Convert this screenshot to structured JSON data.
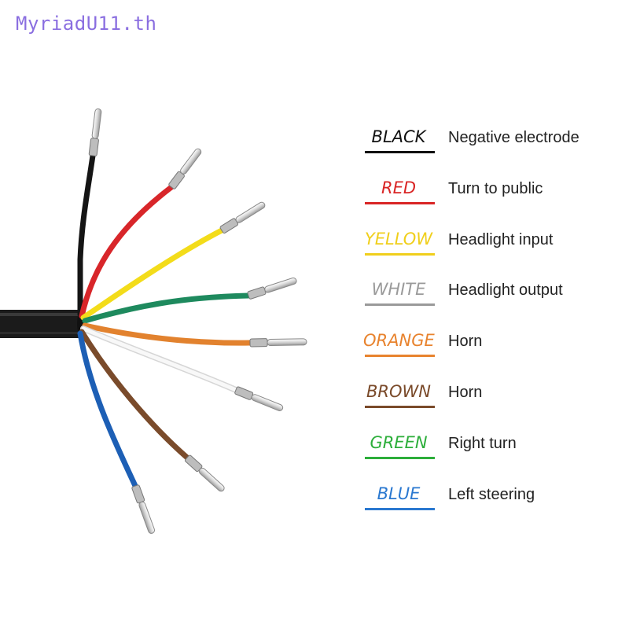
{
  "watermark": "MyriadU11.th",
  "legend": [
    {
      "color_name": "BLACK",
      "meaning": "Negative electrode",
      "text_color": "#111111",
      "line_color": "#111111"
    },
    {
      "color_name": "RED",
      "meaning": "Turn to public",
      "text_color": "#d92525",
      "line_color": "#d92525"
    },
    {
      "color_name": "YELLOW",
      "meaning": "Headlight input",
      "text_color": "#f0cf1c",
      "line_color": "#f0cf1c"
    },
    {
      "color_name": "WHITE",
      "meaning": "Headlight output",
      "text_color": "#9a9a9a",
      "line_color": "#9a9a9a"
    },
    {
      "color_name": "ORANGE",
      "meaning": "Horn",
      "text_color": "#e8832e",
      "line_color": "#e8832e"
    },
    {
      "color_name": "BROWN",
      "meaning": "Horn",
      "text_color": "#7a4a2a",
      "line_color": "#7a4a2a"
    },
    {
      "color_name": "GREEN",
      "meaning": "Right turn",
      "text_color": "#2cae3a",
      "line_color": "#2cae3a"
    },
    {
      "color_name": "BLUE",
      "meaning": "Left steering",
      "text_color": "#2a78d0",
      "line_color": "#2a78d0"
    }
  ],
  "wire_colors": {
    "black": "#151515",
    "red": "#d8262a",
    "yellow": "#f3dc1a",
    "green": "#1e8a5e",
    "orange": "#e2822e",
    "white": "#eeeeee",
    "brown": "#7a4b2b",
    "blue": "#1d5fb5",
    "cable": "#1b1b1b"
  }
}
